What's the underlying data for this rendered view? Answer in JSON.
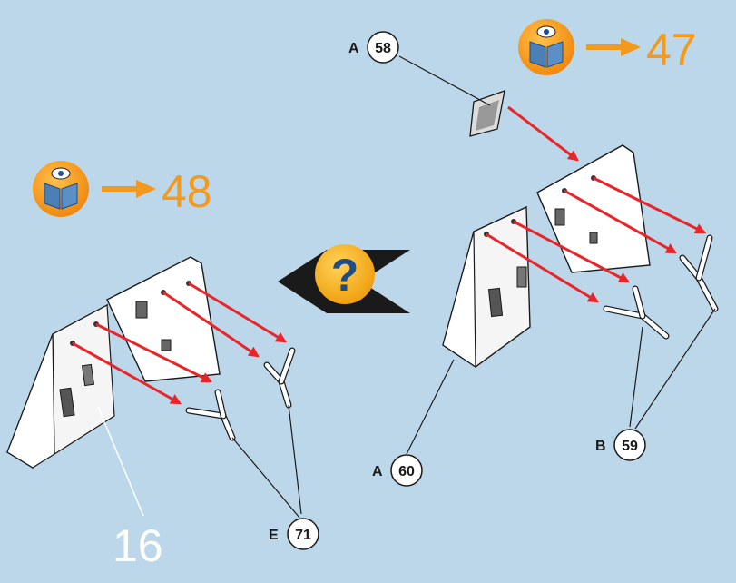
{
  "background_color": "#bdd7ea",
  "colors": {
    "arrow_red": "#e8262a",
    "orange": "#f39a1e",
    "help_yellow": "#f5b71c",
    "part_white": "#ffffff",
    "outline": "#1a1a1a",
    "callout_number_white": "#ffffff"
  },
  "references": [
    {
      "id": "ref-47",
      "icon": "book-eye-icon",
      "target": "47"
    },
    {
      "id": "ref-48",
      "icon": "book-eye-icon",
      "target": "48"
    }
  ],
  "help_icon": {
    "icon": "question-mark-icon",
    "text": "?"
  },
  "callouts": [
    {
      "letter": "A",
      "number": "58"
    },
    {
      "letter": "A",
      "number": "60"
    },
    {
      "letter": "B",
      "number": "59"
    },
    {
      "letter": "E",
      "number": "71"
    }
  ],
  "step_number": "16"
}
